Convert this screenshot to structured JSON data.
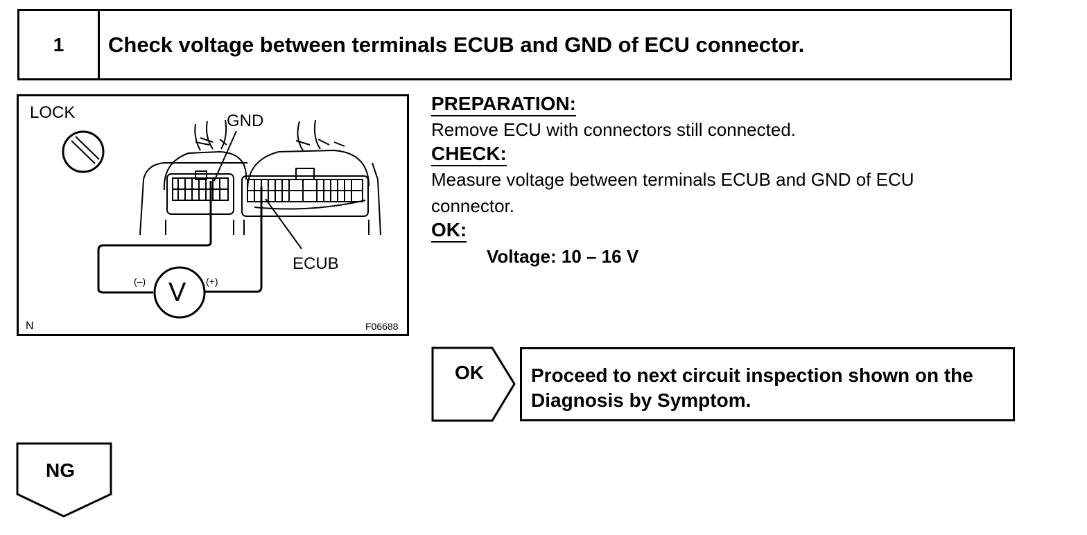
{
  "step": {
    "number": "1",
    "title": "Check voltage between terminals ECUB and GND of ECU connector."
  },
  "figure": {
    "lock_label": "LOCK",
    "gnd_label": "GND",
    "ecub_label": "ECUB",
    "minus_label": "(–)",
    "plus_label": "(+)",
    "meter_symbol": "V",
    "corner_label": "N",
    "figure_code": "F06688"
  },
  "procedure": {
    "preparation_heading": "PREPARATION:",
    "preparation_text": "Remove ECU with connectors still connected.",
    "check_heading": "CHECK:",
    "check_text_line1": "Measure voltage between terminals ECUB and GND of ECU",
    "check_text_line2": "connector.",
    "ok_heading": "OK:",
    "ok_value": "Voltage: 10 – 16 V"
  },
  "result_ok": {
    "label": "OK",
    "text_line1": "Proceed to next circuit inspection shown on the",
    "text_line2": "Diagnosis by Symptom."
  },
  "result_ng": {
    "label": "NG"
  }
}
